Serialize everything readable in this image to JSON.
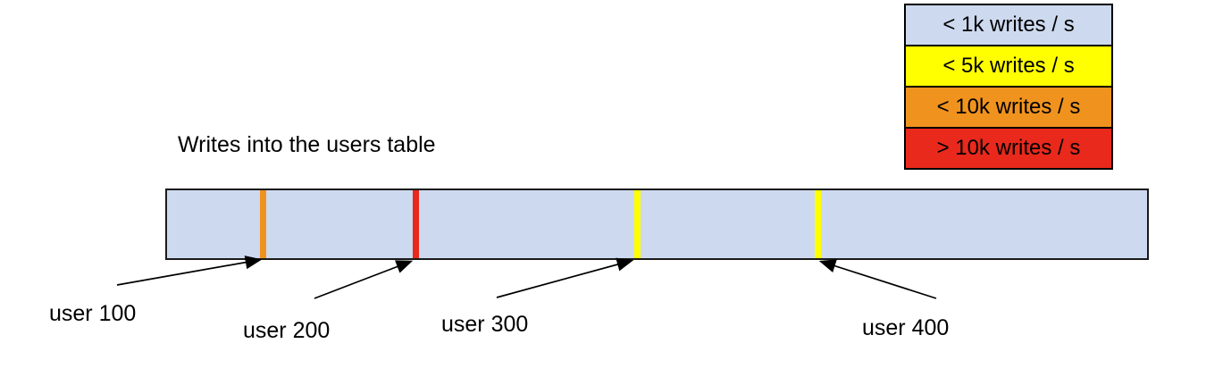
{
  "title": "Writes into the users table",
  "colors": {
    "bar_fill": "#cdd9ee",
    "light_blue": "#cdd9ee",
    "yellow": "#ffff00",
    "orange": "#f0931e",
    "red": "#e8291c",
    "outline": "#000000"
  },
  "legend": {
    "items": [
      {
        "label": "< 1k writes / s",
        "color": "#cdd9ee"
      },
      {
        "label": "< 5k writes / s",
        "color": "#ffff00"
      },
      {
        "label": "< 10k writes / s",
        "color": "#f0931e"
      },
      {
        "label": "> 10k writes / s",
        "color": "#e8291c"
      }
    ]
  },
  "bar": {
    "fill": "#cdd9ee",
    "stripes": [
      {
        "user": "user 100",
        "rate": "< 10k writes / s",
        "color": "#f0931e",
        "position_pct": 9.5
      },
      {
        "user": "user 200",
        "rate": "> 10k writes / s",
        "color": "#e8291c",
        "position_pct": 25.1
      },
      {
        "user": "user 300",
        "rate": "< 5k writes / s",
        "color": "#ffff00",
        "position_pct": 47.7
      },
      {
        "user": "user 400",
        "rate": "< 5k writes / s",
        "color": "#ffff00",
        "position_pct": 66.1
      }
    ]
  },
  "annotations": {
    "labels": [
      {
        "label": "user 100"
      },
      {
        "label": "user 200"
      },
      {
        "label": "user 300"
      },
      {
        "label": "user 400"
      }
    ]
  }
}
